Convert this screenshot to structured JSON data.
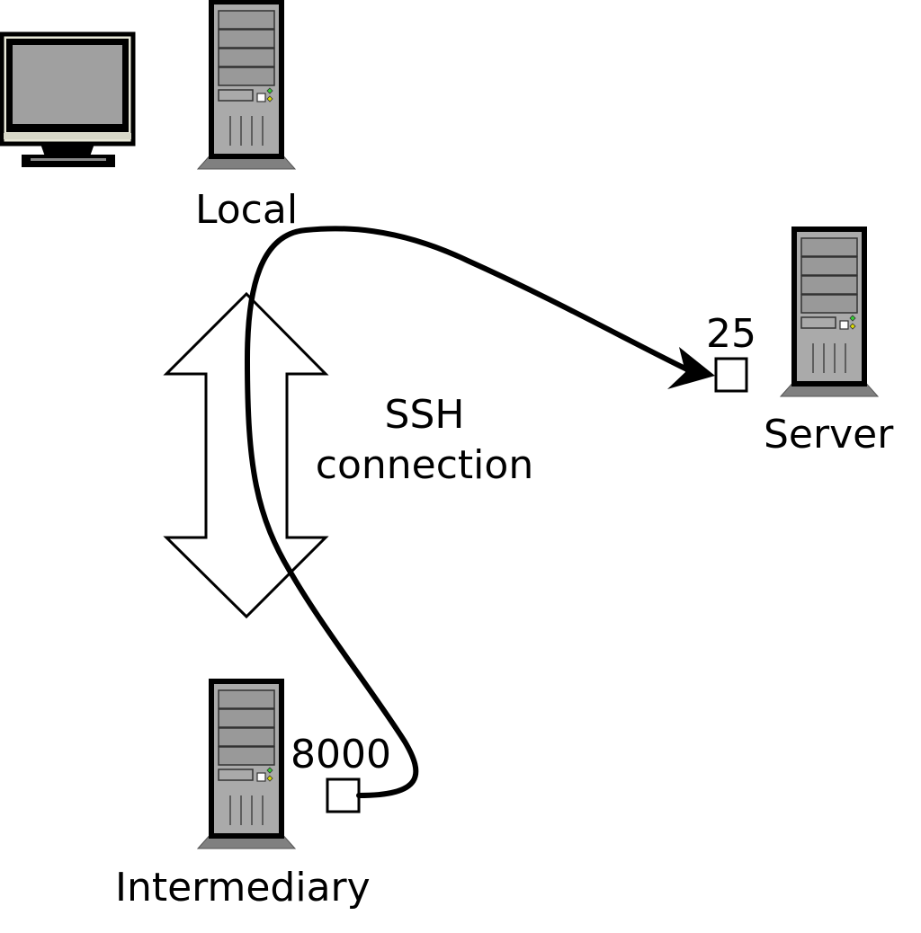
{
  "nodes": {
    "local": {
      "label": "Local"
    },
    "server": {
      "label": "Server",
      "port": "25"
    },
    "intermediary": {
      "label": "Intermediary",
      "port": "8000"
    }
  },
  "connection": {
    "line1": "SSH",
    "line2": "connection"
  },
  "colors": {
    "stroke": "#000000",
    "casing": "#aaaaaa",
    "bay": "#999999",
    "base": "#808080",
    "screen": "#a0a0a0",
    "bezel": "#e8e8d8",
    "led_green": "#33cc33",
    "led_yellow": "#dddd00"
  }
}
